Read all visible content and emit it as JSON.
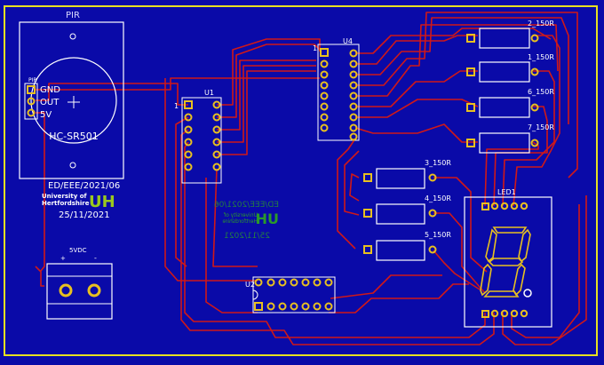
{
  "colors": {
    "board": "#0a0aa8",
    "outline": "#e8e020",
    "trace": "#d01818",
    "silk": "#ffffff",
    "bottom_silk": "#2a9a2a",
    "logo_green": "#9ac81e",
    "pad": "#e8c020"
  },
  "pir": {
    "label": "PIR",
    "header_label": "PIR",
    "pins": [
      "GND",
      "OUT",
      "5V"
    ],
    "model": "HC-SR501"
  },
  "info": {
    "code": "ED/EEE/2021/06",
    "university_line1": "University of",
    "university_line2": "Hertfordshire",
    "logo": "UH",
    "date": "25/11/2021"
  },
  "power": {
    "label": "5VDC",
    "plus": "+",
    "minus": "-"
  },
  "u1": {
    "label": "U1",
    "pin1": "1"
  },
  "u4": {
    "label": "U4",
    "pin1": "1"
  },
  "u2": {
    "label": "U2"
  },
  "resistors": [
    {
      "label": "2_150R"
    },
    {
      "label": "1_150R"
    },
    {
      "label": "6_150R"
    },
    {
      "label": "7_150R"
    },
    {
      "label": "3_150R"
    },
    {
      "label": "4_150R"
    },
    {
      "label": "5_150R"
    }
  ],
  "display": {
    "label": "LED1"
  }
}
